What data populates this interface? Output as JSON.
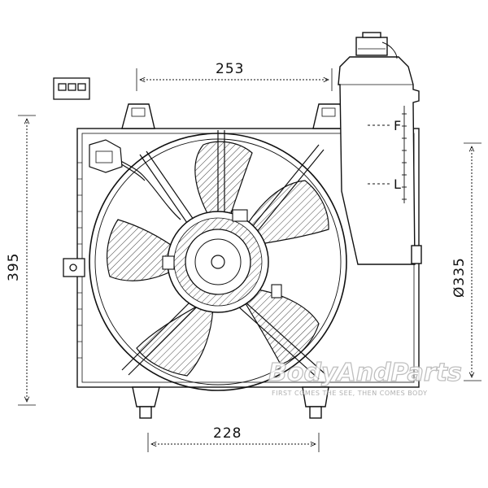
{
  "dimensions": {
    "top_width": "253",
    "height": "395",
    "fan_diameter": "Ø335",
    "bottom_width": "228"
  },
  "tank_marks": {
    "full": "F",
    "low": "L"
  },
  "watermark": {
    "brand": "BodyAndParts",
    "tagline": "FIRST COMES THE SEE, THEN COMES BODY"
  },
  "colors": {
    "line": "#111111",
    "hatch": "#444444",
    "watermark": "#b5b5b5"
  }
}
